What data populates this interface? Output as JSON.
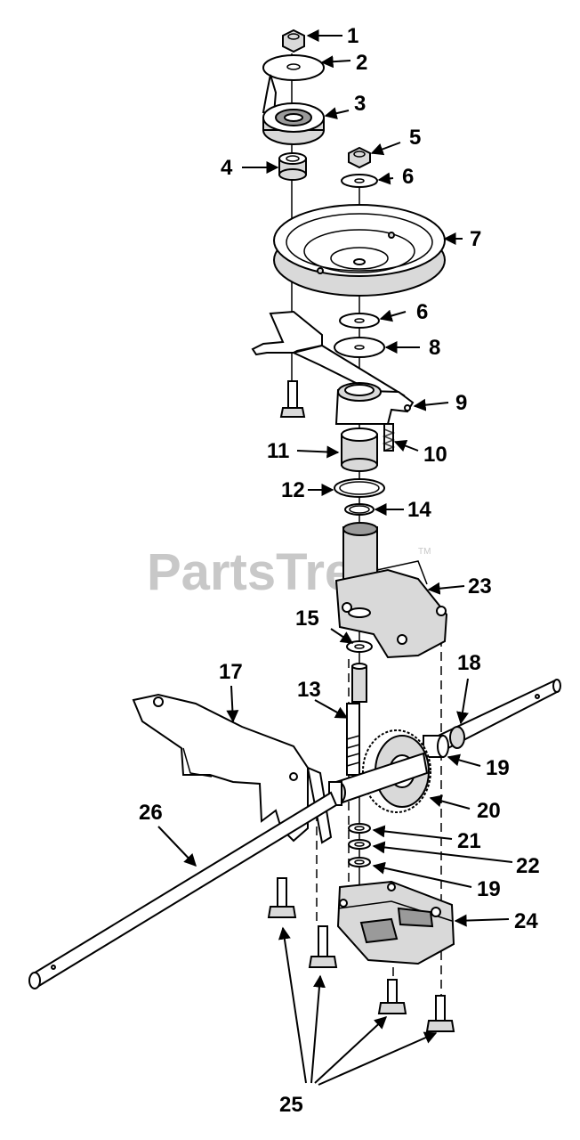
{
  "watermark": {
    "text": "PartsTree",
    "trademark": "TM"
  },
  "callouts": {
    "c1": "1",
    "c2": "2",
    "c3": "3",
    "c4": "4",
    "c5": "5",
    "c6a": "6",
    "c7": "7",
    "c6b": "6",
    "c8": "8",
    "c9": "9",
    "c10": "10",
    "c11": "11",
    "c12": "12",
    "c14": "14",
    "c23": "23",
    "c15": "15",
    "c18": "18",
    "c17": "17",
    "c13": "13",
    "c19a": "19",
    "c20": "20",
    "c26": "26",
    "c21": "21",
    "c22": "22",
    "c19b": "19",
    "c24": "24",
    "c25": "25"
  }
}
